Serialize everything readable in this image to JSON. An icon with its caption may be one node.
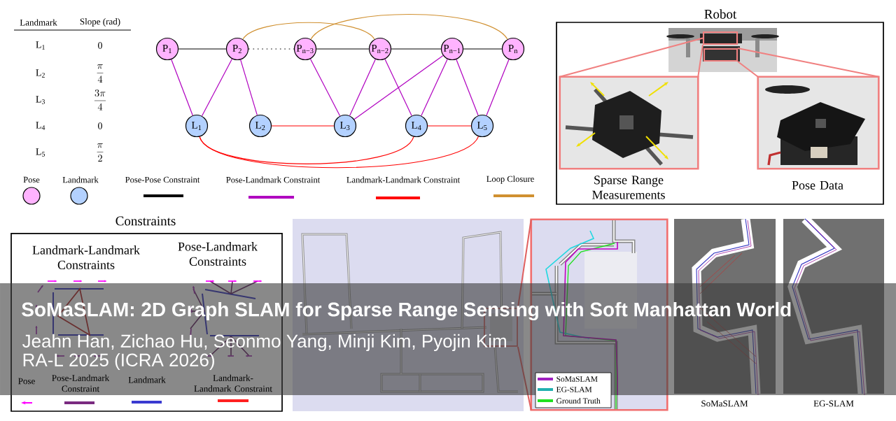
{
  "diagram": {
    "title": "SoMaSLAM: 2D Graph SLAM for Sparse Range Sensing with Soft Manhattan World",
    "nodes": [
      {
        "text": [
          "P$_{1}$"
        ]
      },
      {
        "text": [
          "P$_{2}$"
        ]
      },
      {
        "text": [
          "P$_{n−3}$"
        ]
      },
      {
        "text": [
          "P$_{n−2}$"
        ]
      },
      {
        "text": [
          "P$_{n−1}$"
        ]
      },
      {
        "text": [
          "P$_{n}$"
        ]
      },
      {
        "text": [
          "L$_{1}$"
        ]
      },
      {
        "text": [
          "L$_{2}$"
        ]
      },
      {
        "text": [
          "L$_{3}$"
        ]
      },
      {
        "text": [
          "L$_{4}$"
        ]
      },
      {
        "text": [
          "L$_{5}$"
        ]
      },
      {
        "text": [
          "Robot"
        ]
      },
      {
        "text": [],
        "shape": "picture",
        "in": 11
      },
      {
        "text": [],
        "shape": "box",
        "in": 12
      },
      {
        "text": [],
        "shape": "box",
        "in": 12
      },
      {
        "text": [],
        "shape": "picture",
        "in": 11,
        "beside": [
          "Sparse Range Measurements"
        ]
      },
      {
        "text": [],
        "shape": "picture",
        "in": 11,
        "beside": [
          "Pose Data"
        ]
      },
      {
        "text": [
          "Constraints"
        ]
      },
      {
        "text": [],
        "shape": "picture"
      },
      {
        "text": [],
        "shape": "box",
        "in": 18
      },
      {
        "text": [],
        "shape": "picture"
      },
      {
        "text": [],
        "shape": "picture",
        "beside": [
          "SoMaSLAM"
        ]
      },
      {
        "text": [],
        "shape": "picture",
        "beside": [
          "EG-SLAM"
        ]
      }
    ],
    "edges": [
      {
        "from": 0,
        "to": 1,
        "arrow": "none",
        "color": "#000000"
      },
      {
        "from": 1,
        "to": 2,
        "arrow": "none",
        "color": "#000000",
        "style": "dashed"
      },
      {
        "from": 2,
        "to": 3,
        "arrow": "none",
        "color": "#000000"
      },
      {
        "from": 3,
        "to": 4,
        "arrow": "none",
        "color": "#000000"
      },
      {
        "from": 4,
        "to": 5,
        "arrow": "none",
        "color": "#000000"
      },
      {
        "from": 1,
        "to": 3,
        "arrow": "none",
        "color": "#d09030"
      },
      {
        "from": 2,
        "to": 5,
        "arrow": "none",
        "color": "#d09030"
      },
      {
        "from": 0,
        "to": 6,
        "arrow": "none"
      },
      {
        "from": 1,
        "to": 6,
        "arrow": "none"
      },
      {
        "from": 1,
        "to": 7,
        "arrow": "none"
      },
      {
        "from": 2,
        "to": 8,
        "arrow": "none"
      },
      {
        "from": 3,
        "to": 8,
        "arrow": "none"
      },
      {
        "from": 3,
        "to": 9,
        "arrow": "none"
      },
      {
        "from": 4,
        "to": 8,
        "arrow": "none"
      },
      {
        "from": 4,
        "to": 9,
        "arrow": "none"
      },
      {
        "from": 4,
        "to": 10,
        "arrow": "none"
      },
      {
        "from": 5,
        "to": 10,
        "arrow": "none"
      },
      {
        "from": 7,
        "to": 8,
        "arrow": "none",
        "color": "#ff0000"
      },
      {
        "from": 9,
        "to": 10,
        "arrow": "none",
        "color": "#ff0000"
      },
      {
        "from": 6,
        "to": 9,
        "arrow": "none",
        "color": "#ff0000"
      },
      {
        "from": 6,
        "to": 10,
        "arrow": "none",
        "color": "#ff0000"
      },
      {
        "from": 13,
        "to": 15,
        "arrow": "none",
        "color": "#f08080"
      },
      {
        "from": 13,
        "to": 15,
        "arrow": "none",
        "color": "#f08080"
      },
      {
        "from": 14,
        "to": 16,
        "arrow": "none",
        "color": "#f08080"
      },
      {
        "from": 14,
        "to": 16,
        "arrow": "none",
        "color": "#f08080"
      },
      {
        "from": 19,
        "to": 20,
        "arrow": "none",
        "color": "#e06060"
      },
      {
        "from": 19,
        "to": 20,
        "arrow": "none",
        "color": "#e06060"
      }
    ],
    "labels": [
      "Landmark",
      "Slope (rad)",
      "L$_{1}$",
      "0",
      "L$_{2}$",
      "\\frac{\\pi}{4}",
      "L$_{3}$",
      "\\frac{3\\pi}{4}",
      "L$_{4}$",
      "0",
      "L$_{5}$",
      "\\frac{\\pi}{2}",
      "Landmark-Landmark Constraints",
      "Pose-Landmark Constraints",
      "Jeahn Han, Zichao Hu, Seonmo Yang, Minji Kim, Pyojin Kim",
      "RA-L 2025 (ICRA 2026)"
    ],
    "legend": [
      {
        "text": "Pose",
        "color": "#ffb3ff"
      },
      {
        "text": "Landmark",
        "color": "#b3d1ff"
      },
      {
        "text": "Pose-Pose Constraint"
      },
      {
        "text": "Pose-Landmark Constraint"
      },
      {
        "text": "Landmark-Landmark Constraint"
      },
      {
        "text": "Loop Closure"
      },
      {
        "text": "Pose"
      },
      {
        "text": "Pose-Landmark Constraint"
      },
      {
        "text": "Landmark"
      },
      {
        "text": "Landmark-Landmark Constraint"
      },
      {
        "text": "SoMaSLAM"
      },
      {
        "text": "EG-SLAM"
      },
      {
        "text": "Ground Truth"
      }
    ]
  }
}
